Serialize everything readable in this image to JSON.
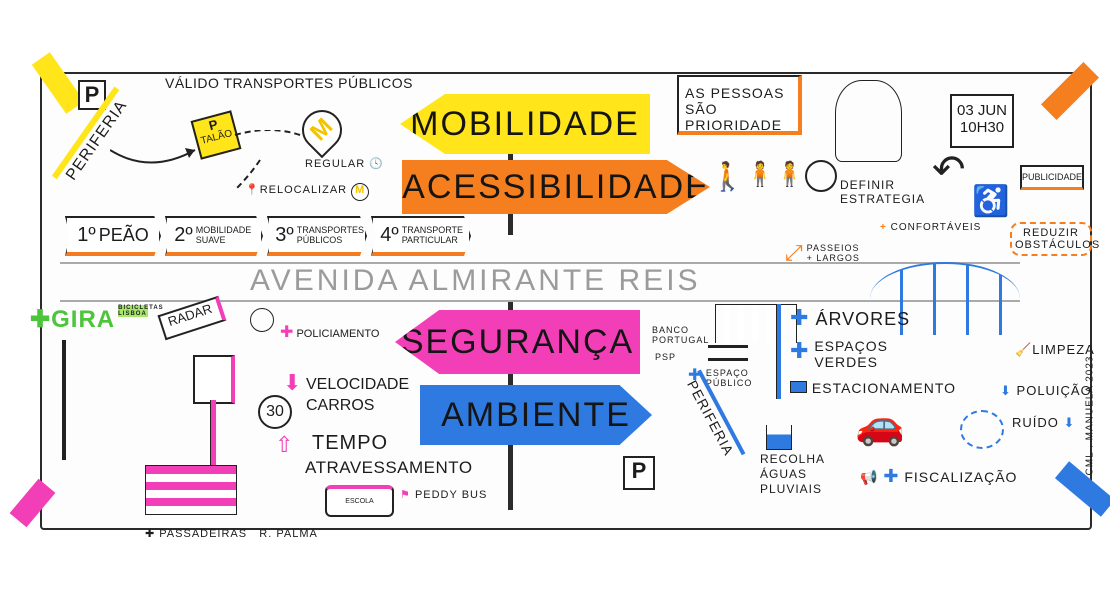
{
  "colors": {
    "yellow": "#ffe51a",
    "orange": "#f57f1f",
    "pink": "#f23fb8",
    "blue": "#2f7ae0",
    "green": "#4cc43b",
    "gray": "#9b9b9b"
  },
  "signs": {
    "mobilidade": "MOBILIDADE",
    "acessibilidade": "ACESSIBILIDADE",
    "seguranca": "SEGURANÇA",
    "ambiente": "AMBIENTE"
  },
  "street": "AVENIDA ALMIRANTE REIS",
  "mobility": {
    "parking": "P",
    "periferia": "PERIFERIA",
    "valid": "VÁLIDO TRANSPORTES PÚBLICOS",
    "ticket_p": "P",
    "ticket": "TALÃO",
    "metro": "M",
    "regular": "REGULAR",
    "relocate": "RELOCALIZAR",
    "metro_small": "M"
  },
  "priorities": [
    {
      "num": "1º",
      "label": "PEÃO"
    },
    {
      "num": "2º",
      "label": "MOBILIDADE SUAVE"
    },
    {
      "num": "3º",
      "label": "TRANSPORTES PÚBLICOS"
    },
    {
      "num": "4º",
      "label": "TRANSPORTE PARTICULAR"
    }
  ],
  "access": {
    "people_priority": "AS PESSOAS SÃO PRIORIDADE",
    "strategy": "DEFINIR ESTRATEGIA",
    "date": "03 JUN",
    "time": "10H30",
    "publicity": "PUBLICIDADE",
    "reduce": "REDUZIR OBSTÁCULOS",
    "sidewalks": "PASSEIOS + LARGOS",
    "comfortable": "CONFORTÁVEIS"
  },
  "safety": {
    "gira": "GIRA",
    "gira_sub": "BICICLETAS LISBOA",
    "radar": "RADAR",
    "policing": "POLICIAMENTO",
    "speed_limit": "30",
    "speed": "VELOCIDADE CARROS",
    "tempo": "TEMPO",
    "crossing": "ATRAVESSAMENTO",
    "school": "ESCOLA",
    "peddy": "PEDDY BUS",
    "crosswalks": "PASSADEIRAS",
    "place": "R. PALMA"
  },
  "environment": {
    "banco": "BANCO PORTUGAL",
    "psp": "PSP",
    "public_space": "ESPAÇO PÚBLICO",
    "periferia": "PERIFERIA",
    "rain": "RECOLHA ÁGUAS PLUVIAIS",
    "trees": "ÁRVORES",
    "green": "ESPAÇOS VERDES",
    "parking": "ESTACIONAMENTO",
    "cleaning": "LIMPEZA",
    "pollution": "POLUIÇÃO",
    "noise": "RUÍDO",
    "inspection": "FISCALIZAÇÃO",
    "parking_p": "P"
  },
  "signature": "CML . MANUELA 2023"
}
